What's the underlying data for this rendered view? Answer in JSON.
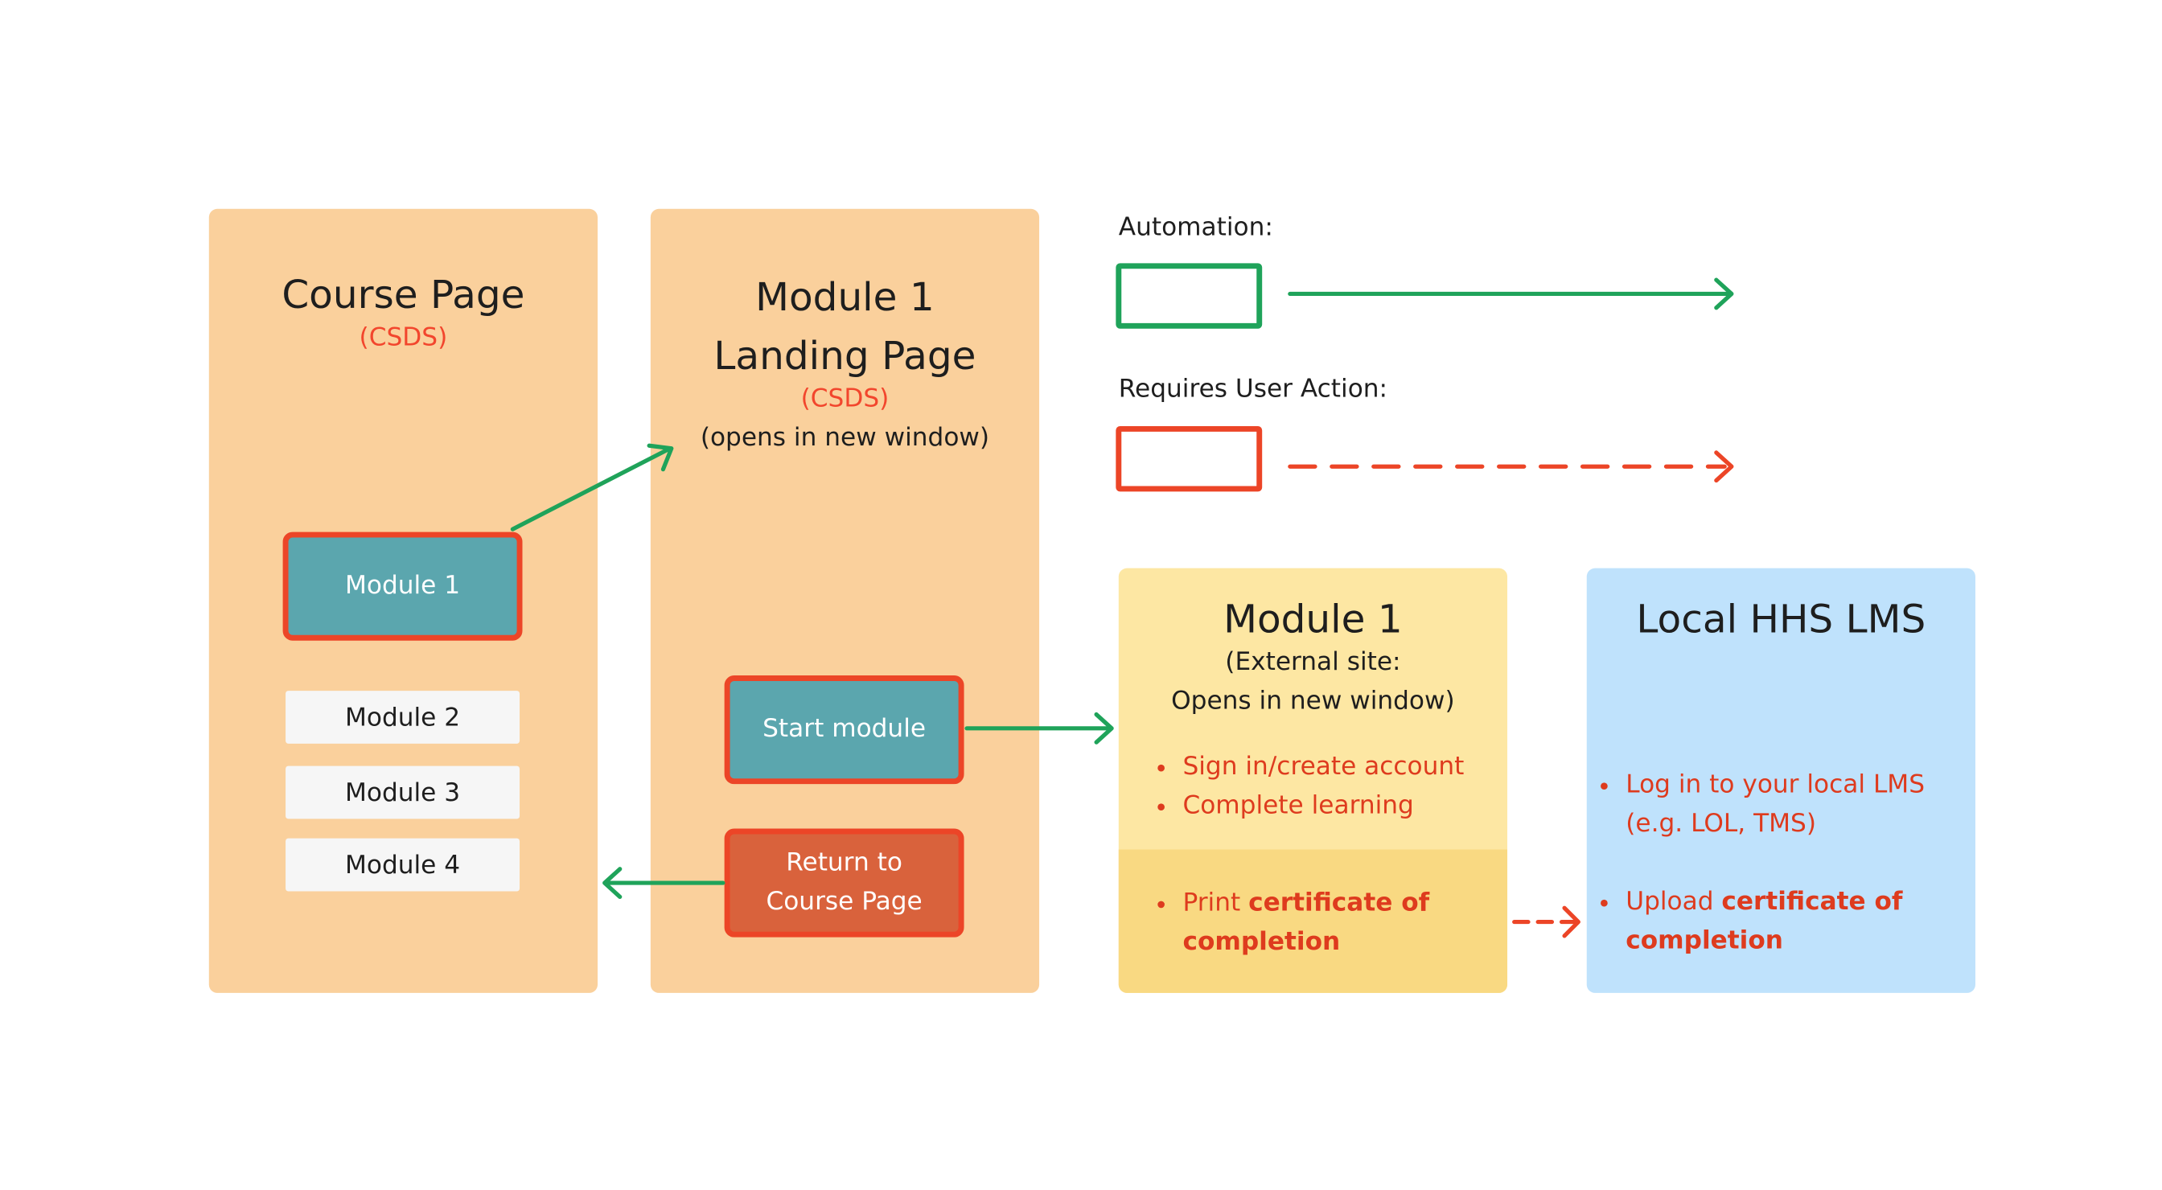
{
  "colors": {
    "automation": "#1fa35a",
    "user_action": "#ec4527"
  },
  "course_page": {
    "title": "Course Page",
    "subtitle": "(CSDS)",
    "buttons": {
      "module_1": "Module 1"
    },
    "modules": [
      "Module 2",
      "Module 3",
      "Module 4"
    ]
  },
  "landing_page": {
    "title_line1": "Module 1",
    "title_line2": "Landing Page",
    "subtitle": "(CSDS)",
    "note": "(opens in new window)",
    "start_button": "Start module",
    "return_button_line1": "Return to",
    "return_button_line2": "Course Page"
  },
  "legend": {
    "automation_label": "Automation:",
    "user_action_label": "Requires User Action:"
  },
  "external_module": {
    "title": "Module 1",
    "note_line1": "(External site:",
    "note_line2": "Opens in new window)",
    "bullets": [
      "Sign in/create account",
      "Complete learning"
    ],
    "print_prefix": "Print ",
    "print_bold_1": "certificate of",
    "print_bold_2": "completion"
  },
  "local_lms": {
    "title": "Local HHS LMS",
    "login_line1": "Log in to your local LMS",
    "login_line2": "(e.g. LOL, TMS)",
    "upload_prefix": "Upload ",
    "upload_bold_1": "certificate of",
    "upload_bold_2": "completion"
  }
}
